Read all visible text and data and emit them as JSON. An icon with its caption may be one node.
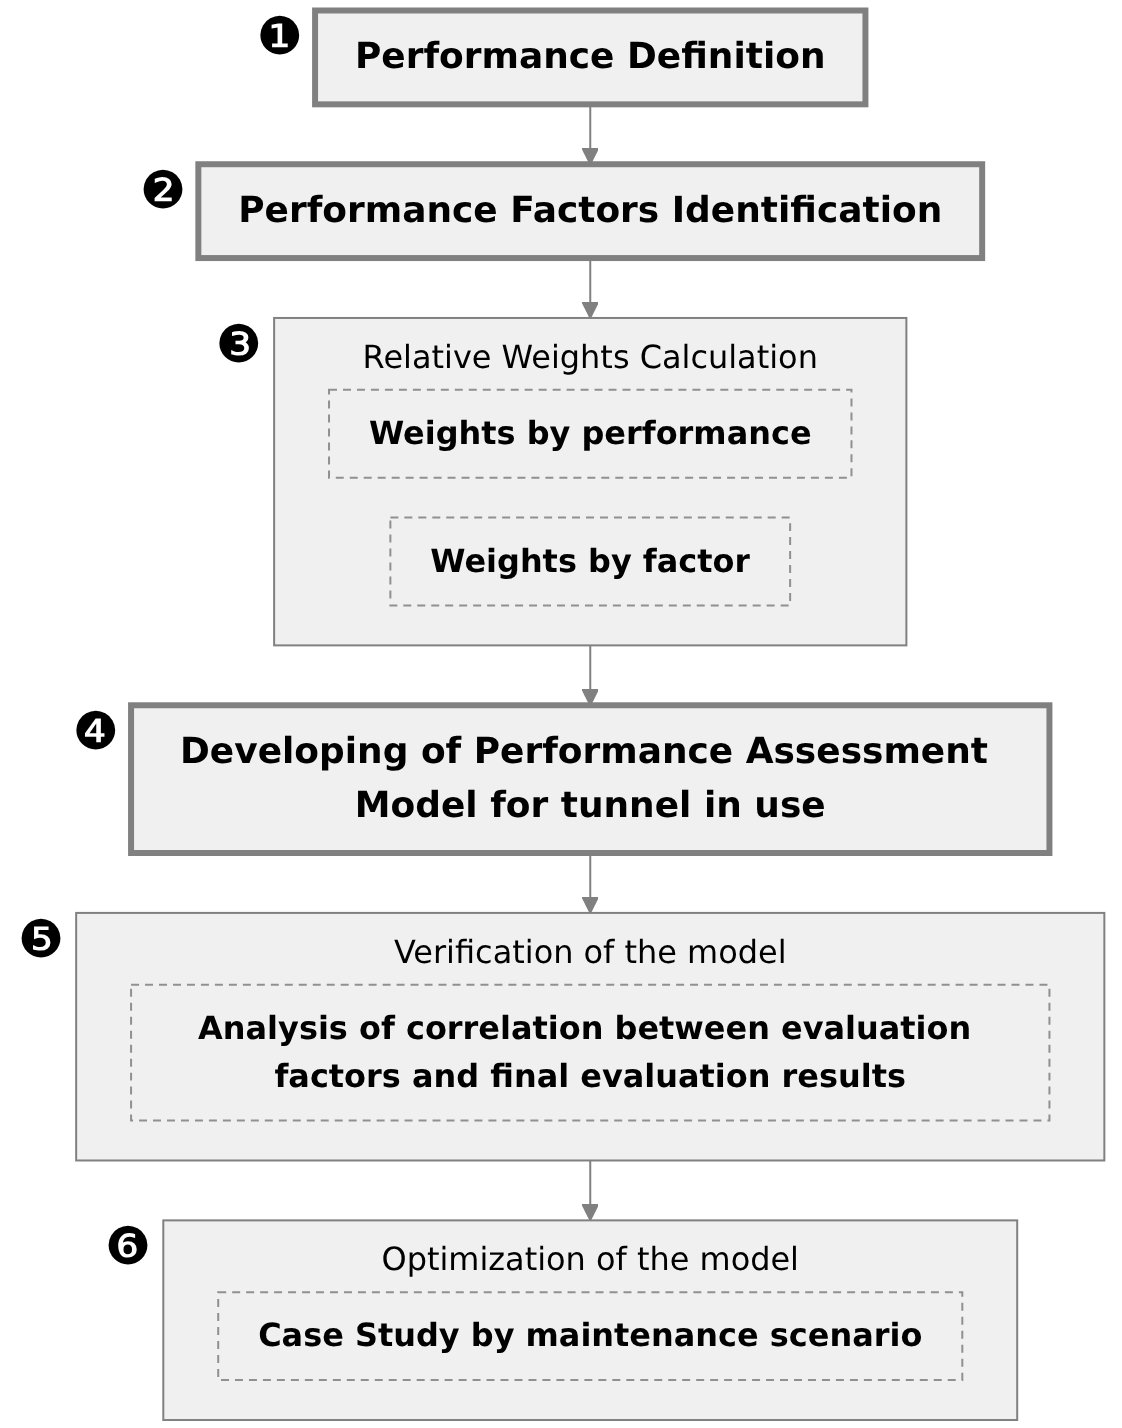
{
  "diagram": {
    "nodes": [
      {
        "text": [
          "Performance Definition"
        ],
        "beside": [
          "❶"
        ]
      },
      {
        "text": [
          "Performance Factors Identification"
        ],
        "beside": [
          "❷"
        ]
      },
      {
        "text": [
          "Relative Weights Calculation"
        ],
        "beside": [
          "❸"
        ]
      },
      {
        "text": [
          "Weights by performance"
        ],
        "in": 2
      },
      {
        "text": [
          "Weights by factor"
        ],
        "in": 2
      },
      {
        "text": [
          "Developing of Performance Assessment Model for tunnel in use"
        ],
        "beside": [
          "❹"
        ]
      },
      {
        "text": [
          "Verification of the model"
        ],
        "beside": [
          "❺"
        ]
      },
      {
        "text": [
          "Analysis of correlation between evaluation factors and final evaluation results"
        ],
        "in": 6
      },
      {
        "text": [
          "Optimization of the model"
        ],
        "beside": [
          "❻"
        ]
      },
      {
        "text": [
          "Case Study by maintenance scenario"
        ],
        "in": 8
      }
    ],
    "edges": [
      {
        "from": 0,
        "to": 1,
        "arrow": "to"
      },
      {
        "from": 1,
        "to": 2,
        "arrow": "to"
      },
      {
        "from": 2,
        "to": 5,
        "arrow": "to"
      },
      {
        "from": 5,
        "to": 6,
        "arrow": "to"
      },
      {
        "from": 6,
        "to": 8,
        "arrow": "to"
      }
    ]
  }
}
